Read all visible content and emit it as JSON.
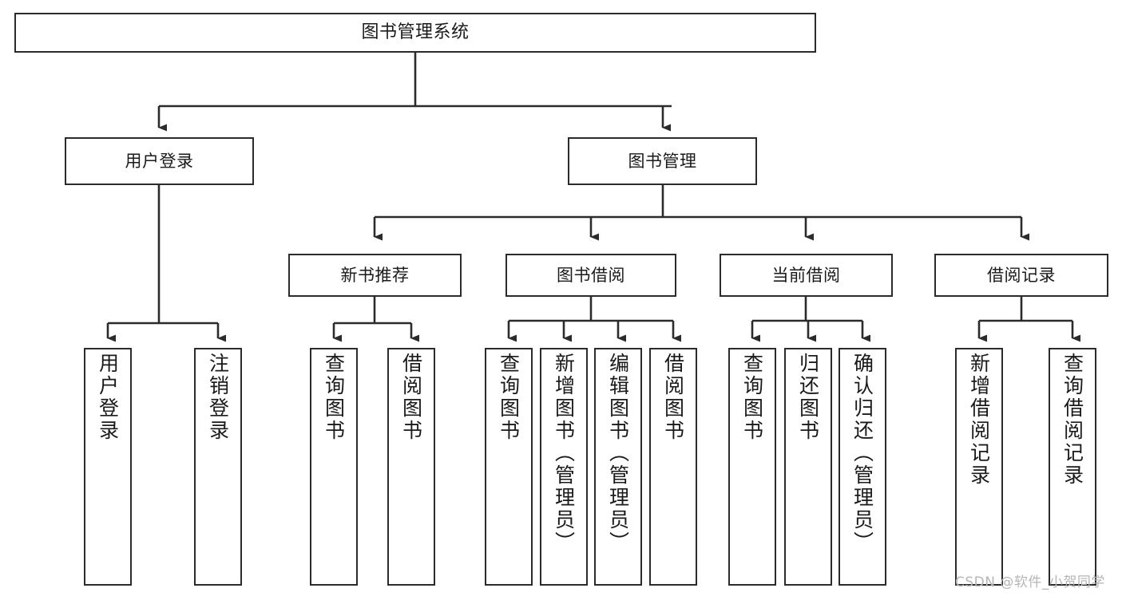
{
  "diagram": {
    "type": "tree-hierarchy-chart",
    "title": "图书管理系统",
    "line_color": "#2b2b2b",
    "box_fill": "#ffffff",
    "text_color": "#1a1a1a",
    "root": {
      "label": "图书管理系统"
    },
    "level2": [
      {
        "label": "用户登录"
      },
      {
        "label": "图书管理"
      }
    ],
    "level3": [
      {
        "label": "新书推荐"
      },
      {
        "label": "图书借阅"
      },
      {
        "label": "当前借阅"
      },
      {
        "label": "借阅记录"
      }
    ],
    "leaves": {
      "user_login": [
        {
          "label": "用户登录"
        },
        {
          "label": "注销登录"
        }
      ],
      "new_book_recommend": [
        {
          "label": "查询图书"
        },
        {
          "label": "借阅图书"
        }
      ],
      "book_borrow": [
        {
          "label": "查询图书"
        },
        {
          "label": "新增图书（管理员）"
        },
        {
          "label": "编辑图书（管理员）"
        },
        {
          "label": "借阅图书"
        }
      ],
      "current_borrow": [
        {
          "label": "查询图书"
        },
        {
          "label": "归还图书"
        },
        {
          "label": "确认归还（管理员）"
        }
      ],
      "borrow_record": [
        {
          "label": "新增借阅记录"
        },
        {
          "label": "查询借阅记录"
        }
      ]
    }
  },
  "watermark": {
    "text": "CSDN @软件_小贺同学"
  }
}
